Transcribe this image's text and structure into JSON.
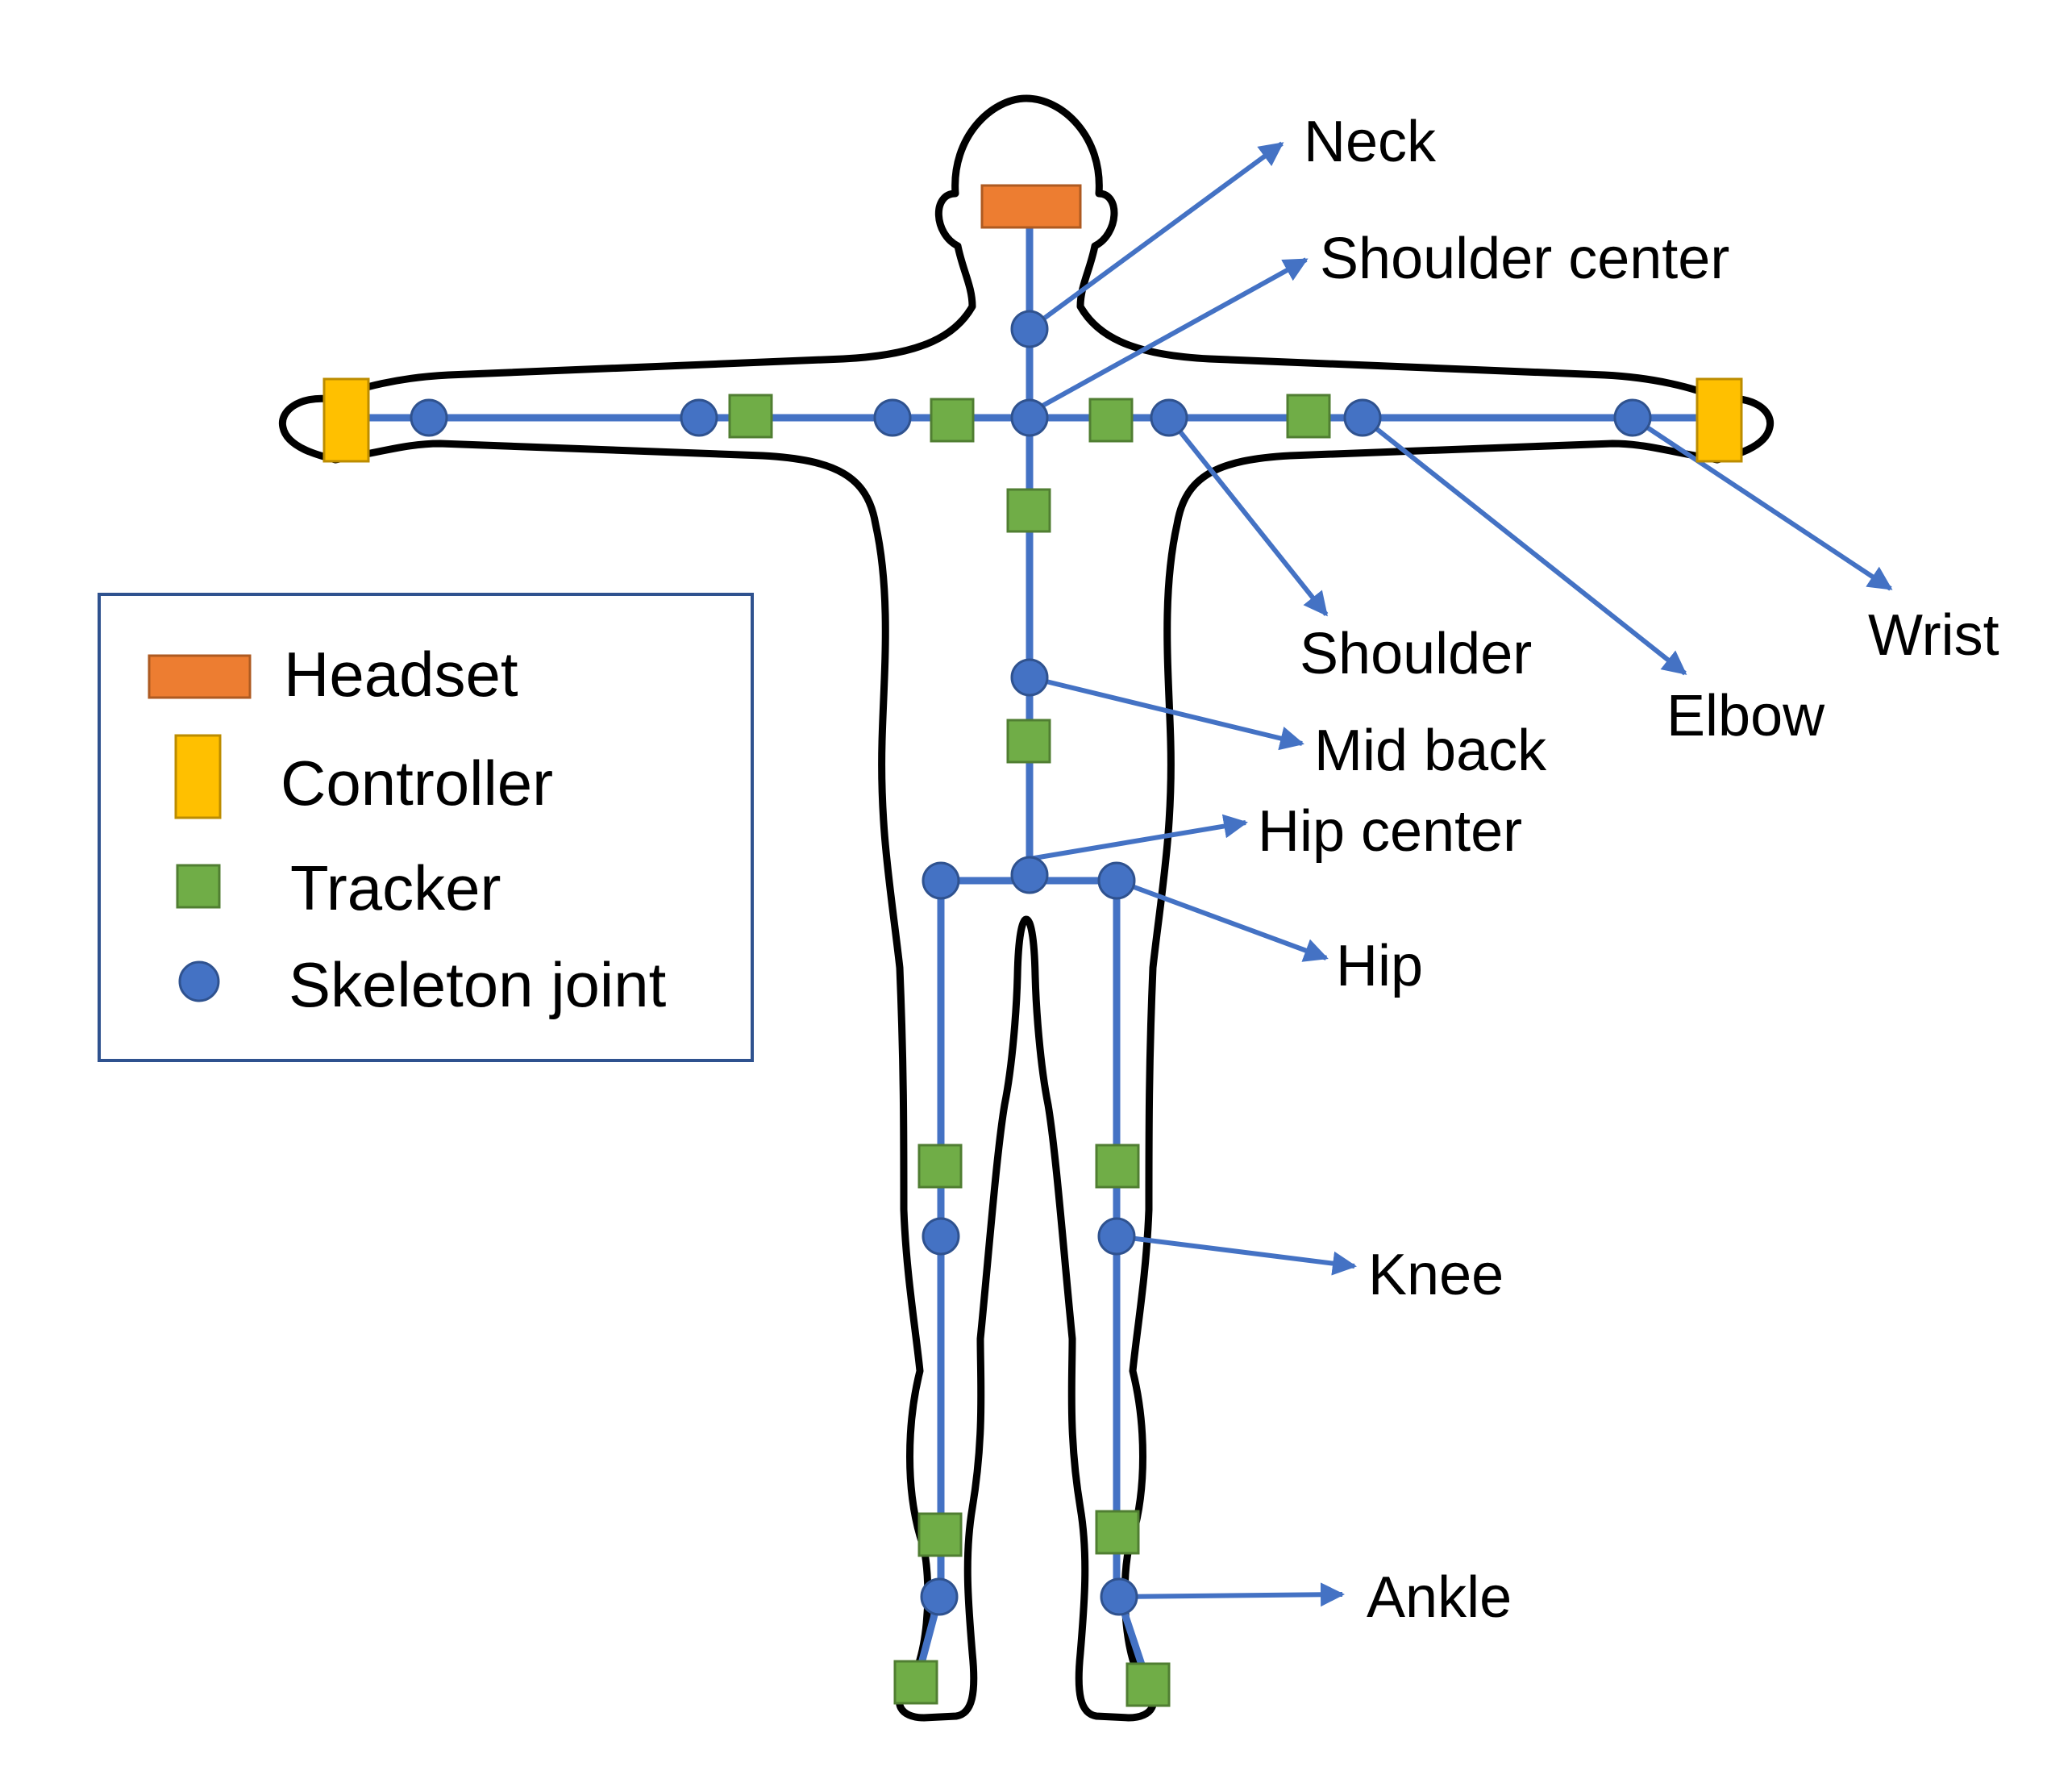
{
  "colors": {
    "bone": "#4472c4",
    "joint": "#4472c4",
    "tracker": "#70ad47",
    "controller": "#ffc000",
    "headset": "#ed7d31",
    "outline": "#000000",
    "legend_border": "#2f528f"
  },
  "labels": {
    "neck": "Neck",
    "shoulder_center": "Shoulder center",
    "shoulder": "Shoulder",
    "elbow": "Elbow",
    "wrist": "Wrist",
    "mid_back": "Mid back",
    "hip_center": "Hip center",
    "hip": "Hip",
    "knee": "Knee",
    "ankle": "Ankle"
  },
  "legend": {
    "headset": "Headset",
    "controller": "Controller",
    "tracker": "Tracker",
    "skeleton_joint": "Skeleton joint"
  }
}
